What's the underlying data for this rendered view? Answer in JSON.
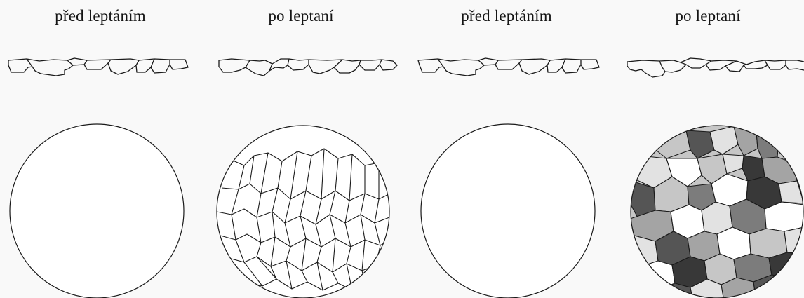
{
  "panels": [
    {
      "title": "před leptáním"
    },
    {
      "title": "po leptaní"
    },
    {
      "title": "před leptáním"
    },
    {
      "title": "po leptaní"
    }
  ],
  "colors": {
    "line": "#1a1a1a",
    "background": "#f9f9f9",
    "grain_shades": [
      "#ffffff",
      "#e2e2e2",
      "#c6c6c6",
      "#a4a4a4",
      "#7c7c7c",
      "#555555",
      "#383838"
    ]
  }
}
